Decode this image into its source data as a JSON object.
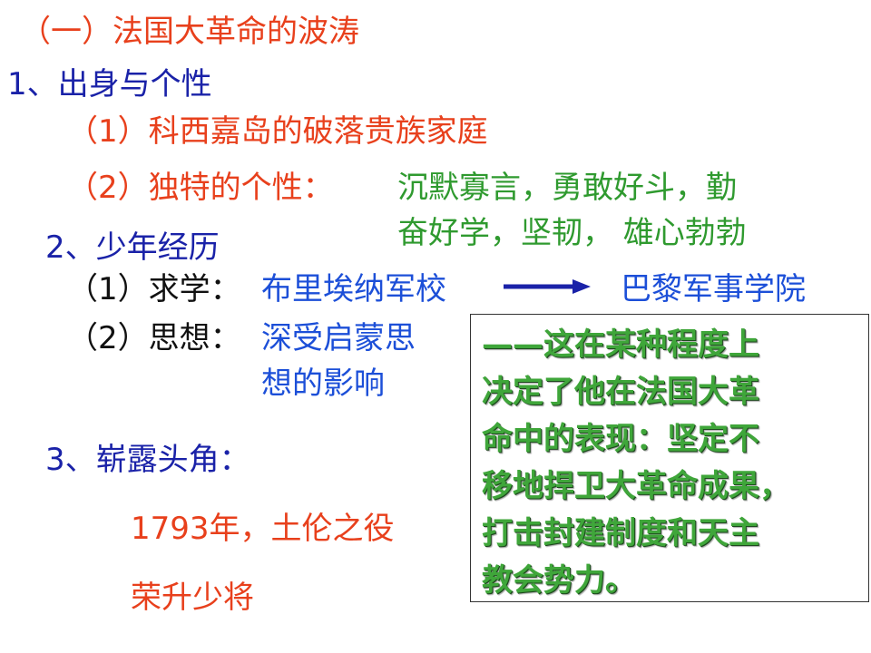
{
  "section_title": "（一）法国大革命的波涛",
  "item1": {
    "heading": "1、出身与个性",
    "sub1": "（1）科西嘉岛的破落贵族家庭",
    "sub2_label": "（2）独特的个性：",
    "sub2_text_line1": "沉默寡言，勇敢好斗，勤",
    "sub2_text_line2": "奋好学，坚韧， 雄心勃勃"
  },
  "item2": {
    "heading": "2、少年经历",
    "sub1_label": "（1）求学：",
    "sub1_from": "布里埃纳军校",
    "sub1_to": "巴黎军事学院",
    "sub2_label": "（2）思想：",
    "sub2_line1": "深受启蒙思",
    "sub2_line2": "想的影响"
  },
  "item3": {
    "heading": "3、崭露头角：",
    "line1": "1793年，土伦之役",
    "line2": "荣升少将"
  },
  "callout": {
    "lines": [
      "——这在某种程度上",
      "决定了他在法国大革",
      "命中的表现：坚定不",
      "移地捍卫大革命成果，",
      "打击封建制度和天主",
      "教会势力。"
    ]
  },
  "colors": {
    "red": "#e8401c",
    "blue": "#1a22a8",
    "green": "#2f9a2f",
    "bright_blue": "#1c4fd8",
    "callout_green": "#3fa63a"
  },
  "icons": {
    "arrow": "right-arrow-icon"
  }
}
